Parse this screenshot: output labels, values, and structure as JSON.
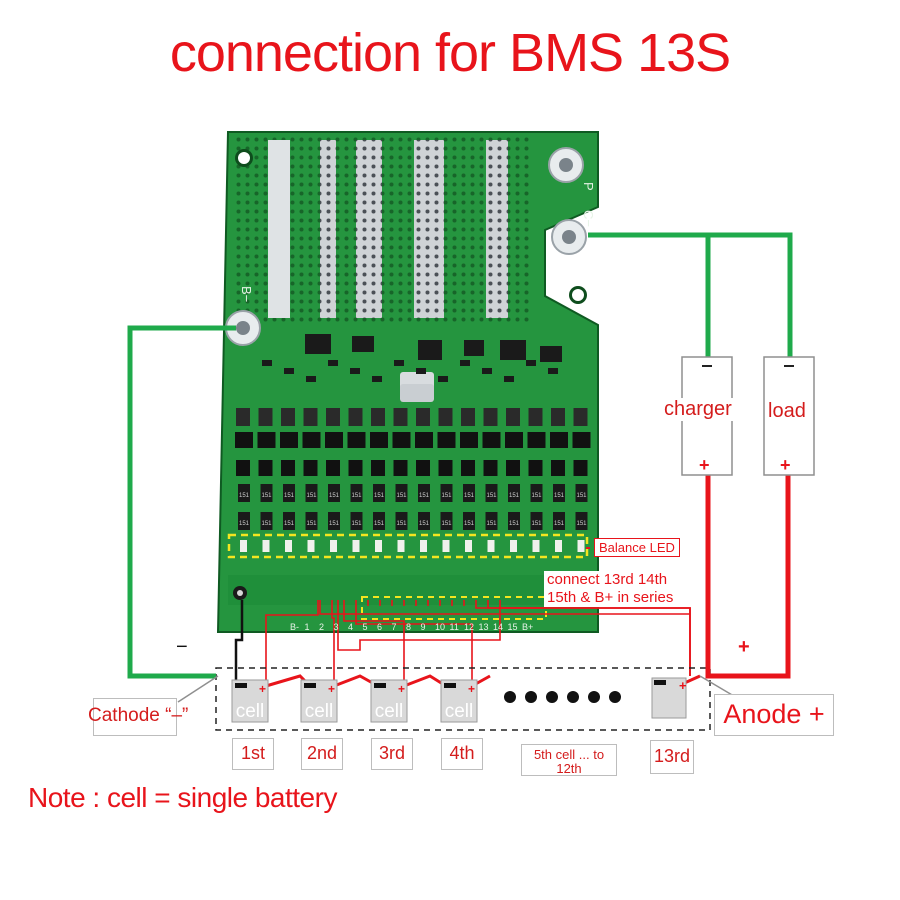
{
  "title": "connection for BMS 13S",
  "note": "Note : cell = single battery",
  "board": {
    "pad_b_minus": "B−",
    "pad_c_minus": "C−",
    "pad_p_minus": "P",
    "resistor_mark": "151",
    "pin_labels": [
      "B-",
      "1",
      "2",
      "3",
      "4",
      "5",
      "6",
      "7",
      "8",
      "9",
      "10",
      "11",
      "12",
      "13",
      "14",
      "15",
      "B+"
    ]
  },
  "labels": {
    "balance_led": "Balance LED",
    "series_note_line1": "connect 13rd 14th",
    "series_note_line2": "15th & B+ in series",
    "charger": "charger",
    "load": "load",
    "minus_sign": "−",
    "plus_sign": "+",
    "cathode": "Cathode “–”",
    "anode": "Anode +"
  },
  "cells": [
    {
      "label": "cell",
      "number": "1st"
    },
    {
      "label": "cell",
      "number": "2nd"
    },
    {
      "label": "cell",
      "number": "3rd"
    },
    {
      "label": "cell",
      "number": "4th"
    }
  ],
  "cell_range": "5th cell ... to 12th",
  "last_cell": "13rd",
  "colors": {
    "title_red": "#e8141b",
    "wire_green": "#1faa4b",
    "wire_red": "#e8141b",
    "pcb_green": "#1f8f3a"
  }
}
